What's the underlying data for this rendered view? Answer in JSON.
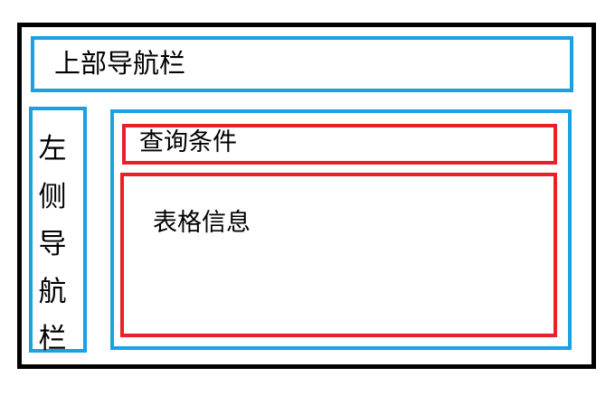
{
  "diagram": {
    "top_nav": {
      "label": "上部导航栏"
    },
    "left_nav": {
      "label": "左侧导航栏"
    },
    "main": {
      "query": {
        "label": "查询条件"
      },
      "table": {
        "label": "表格信息"
      }
    }
  },
  "colors": {
    "outer_border": "#000000",
    "nav_border": "#1BA1E2",
    "content_border": "#E8202A"
  }
}
